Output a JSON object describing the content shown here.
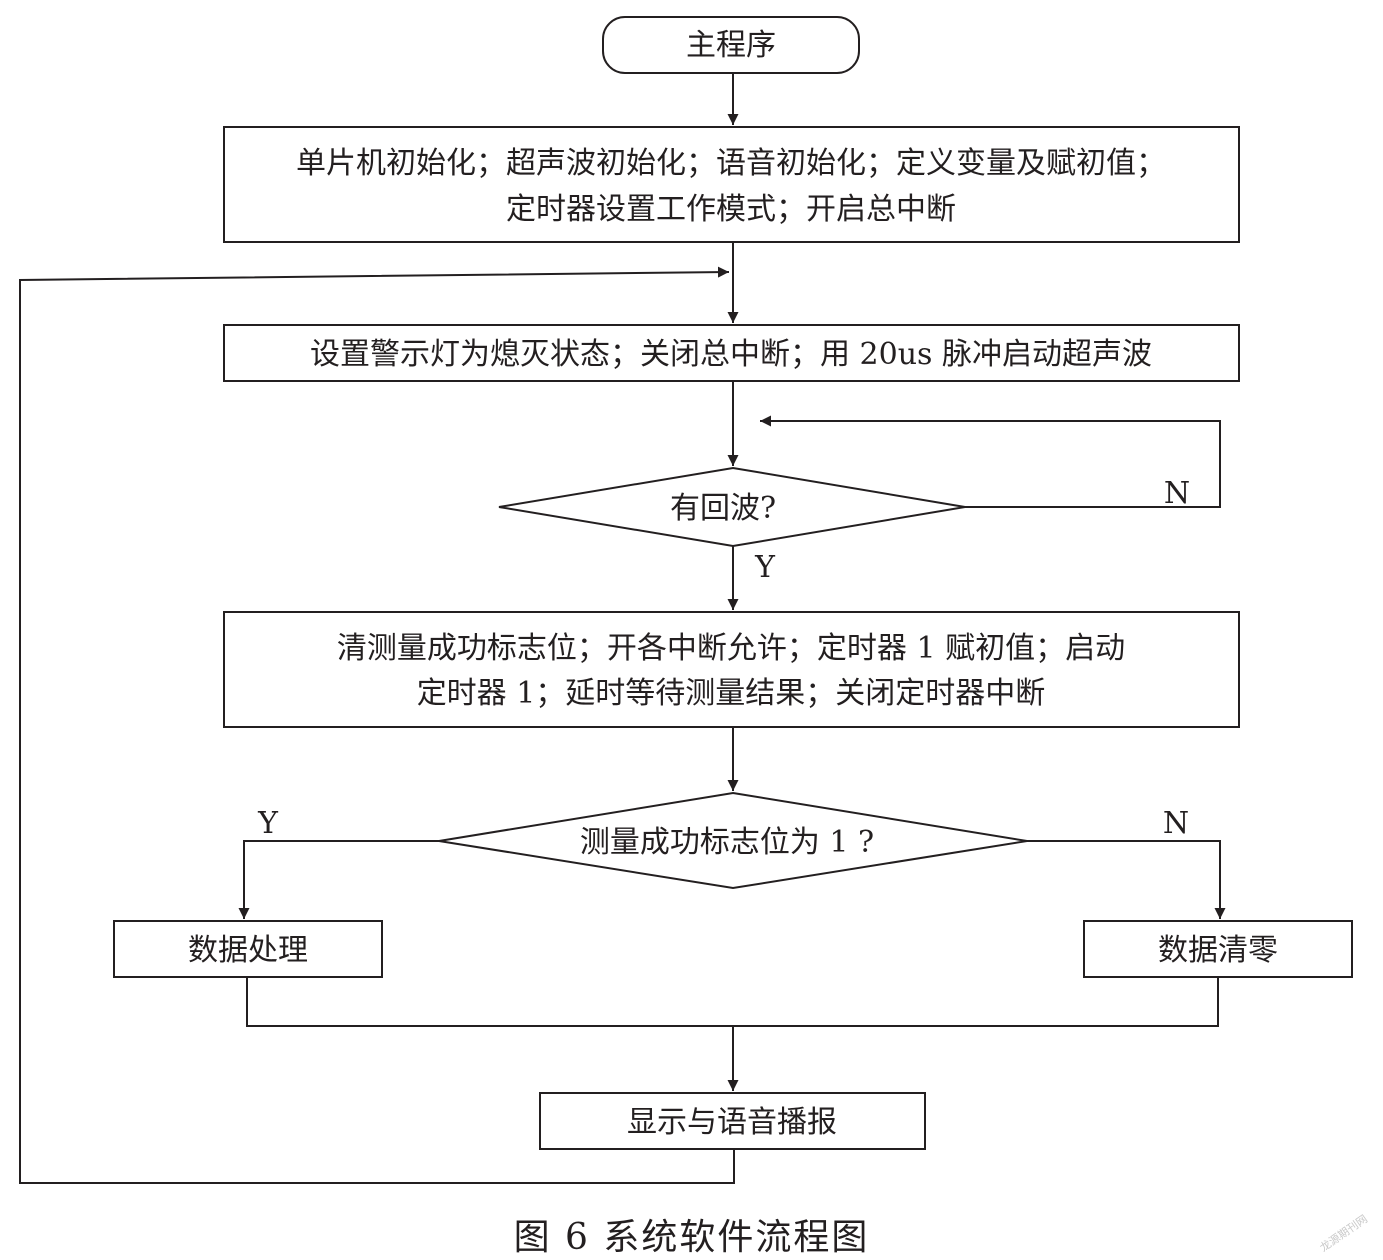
{
  "nodes": {
    "start": "主程序",
    "init_line1": "单片机初始化；超声波初始化；语音初始化；定义变量及赋初值；",
    "init_line2": "定时器设置工作模式；开启总中断",
    "trigger": "设置警示灯为熄灭状态；关闭总中断；用 20us 脉冲启动超声波",
    "echo_decision": "有回波?",
    "measure_line1": "清测量成功标志位；开各中断允许；定时器 1 赋初值；启动",
    "measure_line2": "定时器 1；延时等待测量结果；关闭定时器中断",
    "success_decision": "测量成功标志位为 1 ?",
    "process": "数据处理",
    "clear": "数据清零",
    "output": "显示与语音播报"
  },
  "labels": {
    "echo_no": "N",
    "echo_yes": "Y",
    "success_yes": "Y",
    "success_no": "N"
  },
  "caption": "图 6   系统软件流程图",
  "watermark": "龙源期刊网"
}
